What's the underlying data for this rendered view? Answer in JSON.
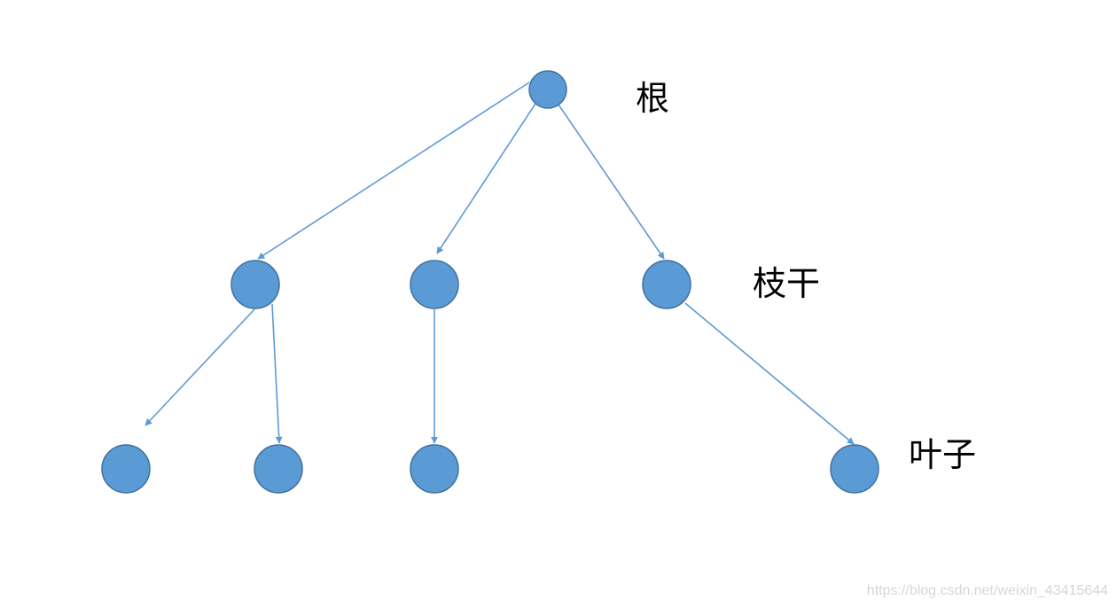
{
  "diagram": {
    "type": "tree",
    "levels": [
      {
        "id": "root",
        "label": "根"
      },
      {
        "id": "branch",
        "label": "枝干"
      },
      {
        "id": "leaf",
        "label": "叶子"
      }
    ],
    "nodes": [
      {
        "id": "r",
        "level": "root"
      },
      {
        "id": "b1",
        "level": "branch"
      },
      {
        "id": "b2",
        "level": "branch"
      },
      {
        "id": "b3",
        "level": "branch"
      },
      {
        "id": "l1",
        "level": "leaf"
      },
      {
        "id": "l2",
        "level": "leaf"
      },
      {
        "id": "l3",
        "level": "leaf"
      },
      {
        "id": "l4",
        "level": "leaf"
      }
    ],
    "edges": [
      {
        "from": "r",
        "to": "b1"
      },
      {
        "from": "r",
        "to": "b2"
      },
      {
        "from": "r",
        "to": "b3"
      },
      {
        "from": "b1",
        "to": "l1"
      },
      {
        "from": "b1",
        "to": "l2"
      },
      {
        "from": "b2",
        "to": "l3"
      },
      {
        "from": "b3",
        "to": "l4"
      }
    ],
    "colors": {
      "node_fill": "#5b9bd5",
      "node_stroke": "#41719c",
      "edge": "#5b9bd5",
      "label": "#000000"
    }
  },
  "watermark": "https://blog.csdn.net/weixin_43415644"
}
